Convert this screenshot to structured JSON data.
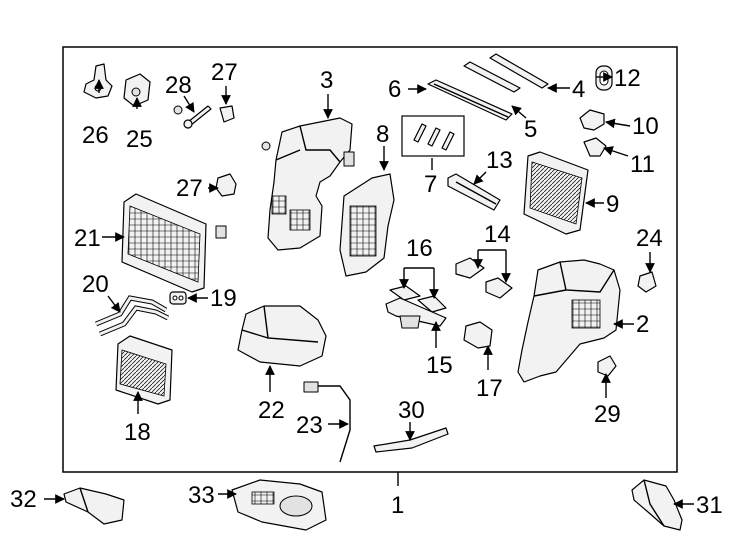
{
  "labels": {
    "p1": "1",
    "p2": "2",
    "p3": "3",
    "p4": "4",
    "p5": "5",
    "p6": "6",
    "p7": "7",
    "p8": "8",
    "p9": "9",
    "p10": "10",
    "p11": "11",
    "p12": "12",
    "p13": "13",
    "p14": "14",
    "p15": "15",
    "p16": "16",
    "p17": "17",
    "p18": "18",
    "p19": "19",
    "p20": "20",
    "p21": "21",
    "p22": "22",
    "p23": "23",
    "p24": "24",
    "p25": "25",
    "p26": "26",
    "p27a": "27",
    "p27b": "27",
    "p28": "28",
    "p29": "29",
    "p30": "30",
    "p31": "31",
    "p32": "32",
    "p33": "33"
  }
}
